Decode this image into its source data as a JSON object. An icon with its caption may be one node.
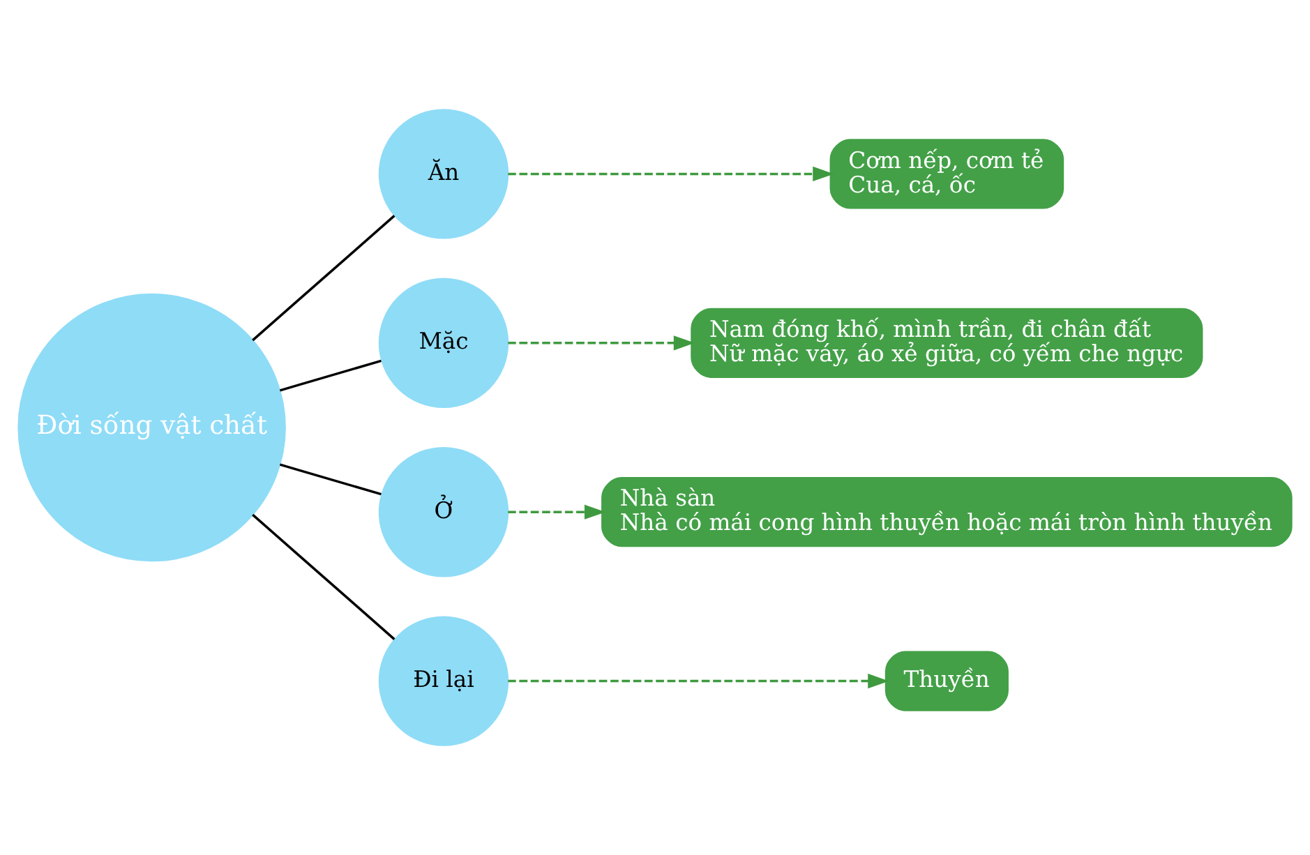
{
  "diagram": {
    "nodes": [
      {
        "text": [
          "Đời sống vật chất"
        ]
      },
      {
        "text": [
          "Ăn"
        ]
      },
      {
        "text": [
          "Mặc"
        ]
      },
      {
        "text": [
          "Ở"
        ]
      },
      {
        "text": [
          "Đi lại"
        ]
      },
      {
        "text": [
          "Cơm nếp, cơm tẻ",
          "Cua, cá, ốc"
        ]
      },
      {
        "text": [
          "Nam đóng khố, mình trần, đi chân đất",
          "Nữ mặc váy, áo xẻ giữa, có yếm che ngực"
        ]
      },
      {
        "text": [
          "Nhà sàn",
          "Nhà có mái cong hình thuyền hoặc mái tròn hình thuyền"
        ]
      },
      {
        "text": [
          "Thuyền"
        ]
      }
    ],
    "edges": [
      {
        "from": 0,
        "to": 1,
        "arrow": "none"
      },
      {
        "from": 0,
        "to": 2,
        "arrow": "none"
      },
      {
        "from": 0,
        "to": 3,
        "arrow": "none"
      },
      {
        "from": 0,
        "to": 4,
        "arrow": "none"
      },
      {
        "from": 1,
        "to": 5,
        "arrow": "to",
        "style": "dashed",
        "color": "#3f9a3f"
      },
      {
        "from": 2,
        "to": 6,
        "arrow": "to",
        "style": "dashed",
        "color": "#3f9a3f"
      },
      {
        "from": 3,
        "to": 7,
        "arrow": "to",
        "style": "dashed",
        "color": "#3f9a3f"
      },
      {
        "from": 4,
        "to": 8,
        "arrow": "to",
        "style": "dashed",
        "color": "#3f9a3f"
      }
    ]
  }
}
